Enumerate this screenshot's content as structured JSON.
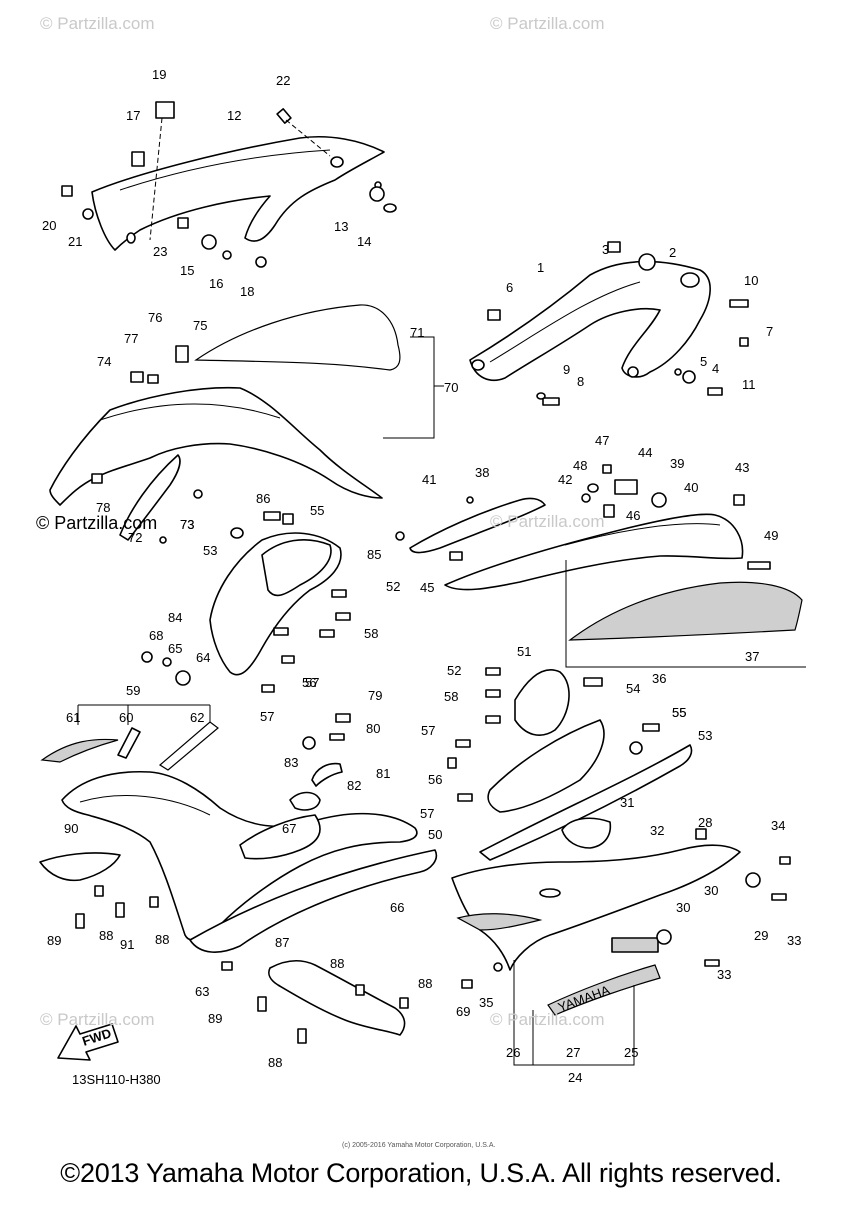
{
  "watermarks": {
    "top_left": "© Partzilla.com",
    "top_right": "© Partzilla.com",
    "mid_left": "© Partzilla.com",
    "mid_right": "© Partzilla.com",
    "bottom_left": "© Partzilla.com",
    "bottom_right": "© Partzilla.com"
  },
  "diagram": {
    "ref_code": "13SH110-H380",
    "fwd_label": "FWD",
    "decal_text": "YAMAHA"
  },
  "footer": {
    "copyright": "©2013 Yamaha Motor Corporation, U.S.A. All rights reserved.",
    "small_copyright": "(c) 2005-2016 Yamaha Motor Corporation, U.S.A."
  },
  "callouts": [
    "1",
    "2",
    "3",
    "4",
    "5",
    "6",
    "7",
    "8",
    "9",
    "10",
    "11",
    "12",
    "13",
    "14",
    "15",
    "16",
    "17",
    "18",
    "19",
    "20",
    "21",
    "22",
    "23",
    "24",
    "25",
    "26",
    "27",
    "28",
    "29",
    "30",
    "31",
    "32",
    "33",
    "34",
    "35",
    "36",
    "37",
    "38",
    "39",
    "40",
    "41",
    "42",
    "43",
    "44",
    "45",
    "46",
    "47",
    "48",
    "49",
    "50",
    "51",
    "52",
    "53",
    "54",
    "55",
    "56",
    "57",
    "58",
    "59",
    "60",
    "61",
    "62",
    "63",
    "64",
    "65",
    "66",
    "67",
    "68",
    "69",
    "70",
    "71",
    "72",
    "73",
    "74",
    "75",
    "76",
    "77",
    "78",
    "79",
    "80",
    "81",
    "82",
    "83",
    "84",
    "85",
    "86",
    "87",
    "88",
    "89",
    "90",
    "91"
  ]
}
